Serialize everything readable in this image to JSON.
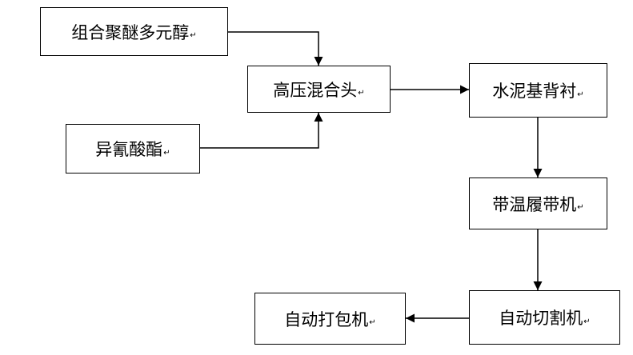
{
  "diagram": {
    "nodes": {
      "polyol": "组合聚醚多元醇",
      "isocyanate": "异氰酸酯",
      "mixing_head": "高压混合头",
      "cement_backing": "水泥基背衬",
      "heated_conveyor": "带温履带机",
      "auto_cutter": "自动切割机",
      "auto_packer": "自动打包机"
    },
    "paragraph_mark": "↵",
    "edges": [
      {
        "from": "组合聚醚多元醇",
        "to": "高压混合头"
      },
      {
        "from": "异氰酸酯",
        "to": "高压混合头"
      },
      {
        "from": "高压混合头",
        "to": "水泥基背衬"
      },
      {
        "from": "水泥基背衬",
        "to": "带温履带机"
      },
      {
        "from": "带温履带机",
        "to": "自动切割机"
      },
      {
        "from": "自动切割机",
        "to": "自动打包机"
      }
    ],
    "line_color": "#000000"
  }
}
